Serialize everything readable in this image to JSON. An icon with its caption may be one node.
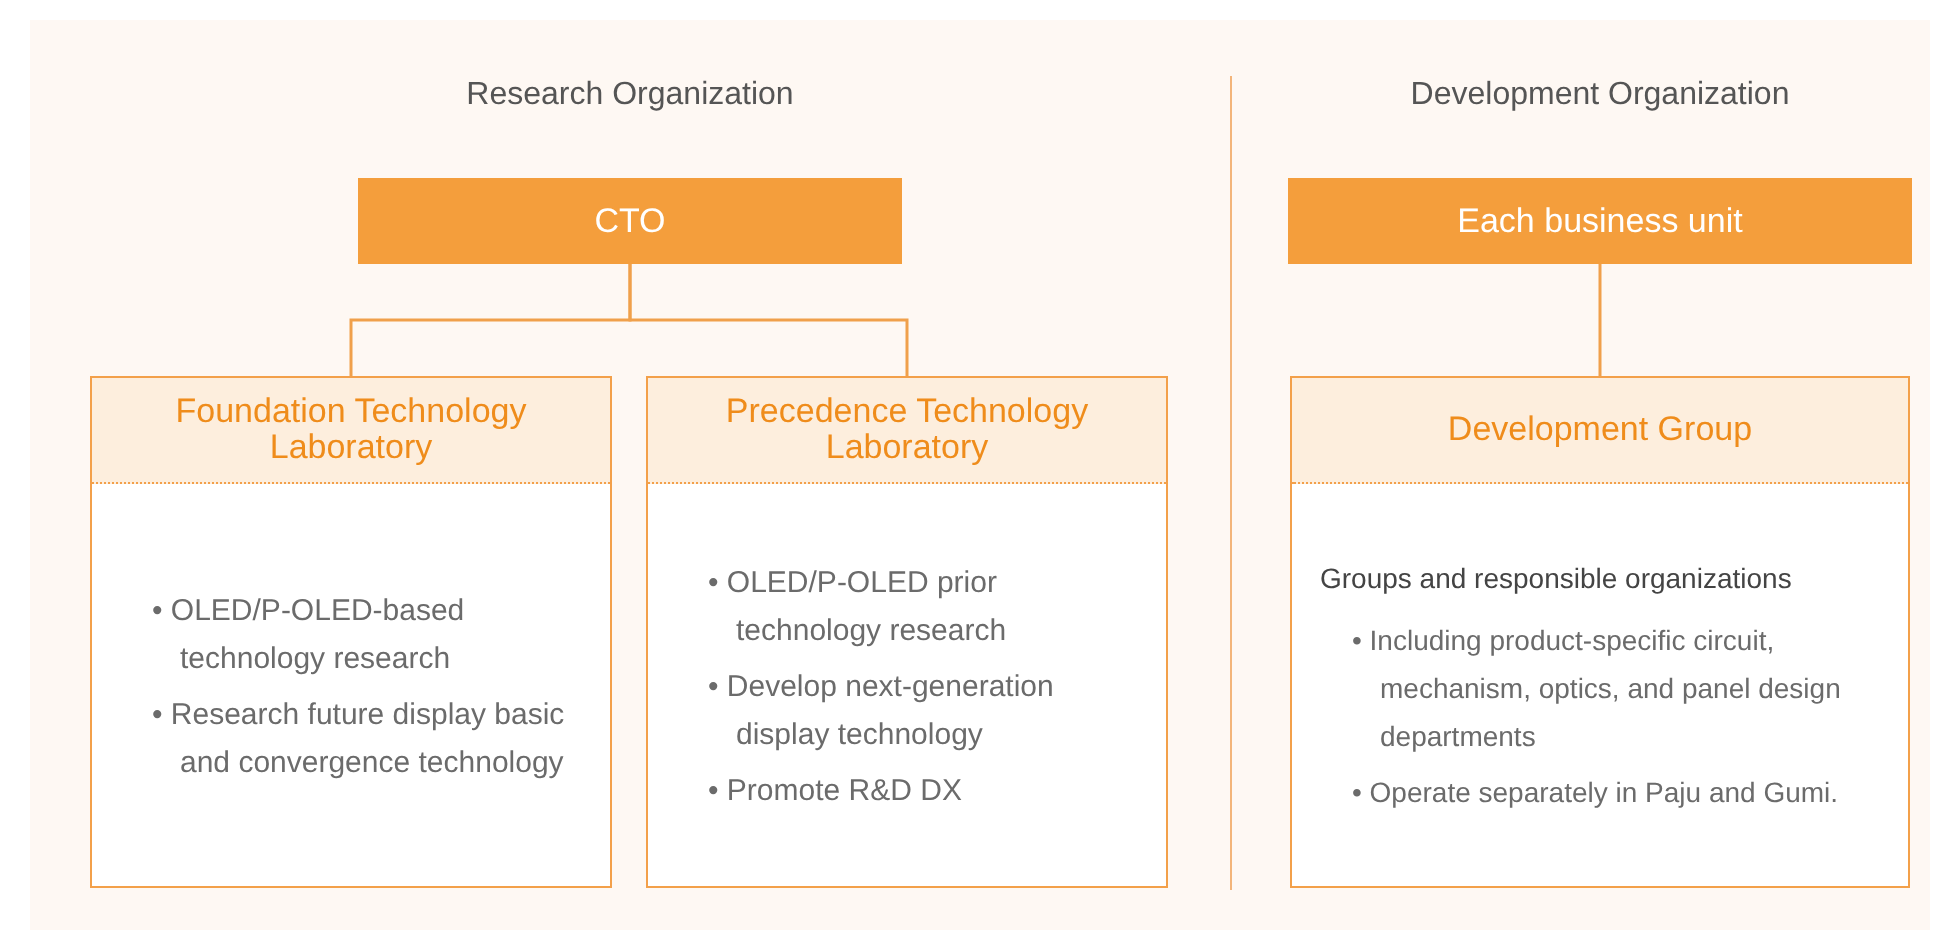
{
  "diagram": {
    "nodes": [
      {
        "text": [
          "CTO"
        ]
      },
      {
        "text": [
          "Foundation Technology Laboratory",
          "• OLED/P-OLED-based technology research",
          "• Research future display basic and convergence technology"
        ]
      },
      {
        "text": [
          "Precedence Technology Laboratory",
          "• OLED/P-OLED prior technology research",
          "• Develop next-generation display technology",
          "• Promote R&D DX"
        ]
      },
      {
        "text": [
          "Each business unit"
        ]
      },
      {
        "text": [
          "Development Group",
          "Groups and responsible organizations",
          "• Including product-specific circuit, mechanism, optics, and panel design departments",
          "• Operate separately in Paju and Gumi."
        ]
      }
    ],
    "edges": [
      {
        "from": 0,
        "to": 1,
        "arrow": "none"
      },
      {
        "from": 0,
        "to": 2,
        "arrow": "none"
      },
      {
        "from": 3,
        "to": 4,
        "arrow": "none"
      }
    ],
    "labels": [
      "Research Organization",
      "Development Organization"
    ]
  }
}
